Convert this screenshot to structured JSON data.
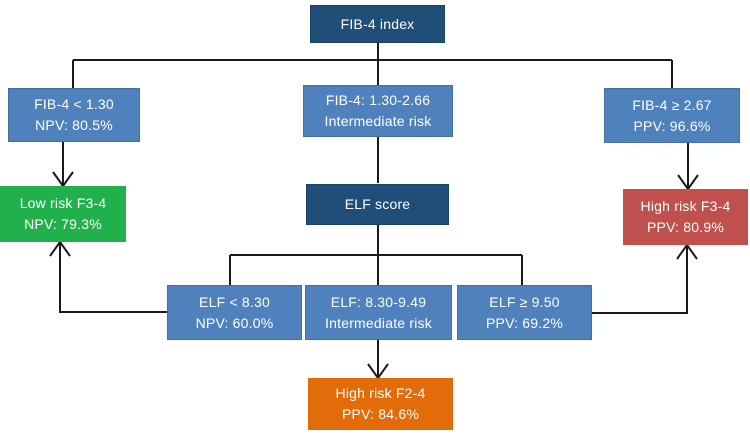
{
  "nodes": {
    "fib4_index": {
      "line1": "FIB-4 index",
      "color": "#1F4E79"
    },
    "fib4_low": {
      "line1": "FIB-4 < 1.30",
      "line2": "NPV: 80.5%",
      "color": "#4F81BD"
    },
    "fib4_mid": {
      "line1": "FIB-4: 1.30-2.66",
      "line2": "Intermediate risk",
      "color": "#4F81BD"
    },
    "fib4_high": {
      "line1": "FIB-4 ≥ 2.67",
      "line2": "PPV: 96.6%",
      "color": "#4F81BD"
    },
    "low_risk_f34": {
      "line1": "Low risk F3-4",
      "line2": "NPV: 79.3%",
      "color": "#21B14C"
    },
    "elf_score": {
      "line1": "ELF score",
      "color": "#1F4E79"
    },
    "high_risk_f34": {
      "line1": "High risk F3-4",
      "line2": "PPV: 80.9%",
      "color": "#C0504D"
    },
    "elf_low": {
      "line1": "ELF < 8.30",
      "line2": "NPV: 60.0%",
      "color": "#4F81BD"
    },
    "elf_mid": {
      "line1": "ELF: 8.30-9.49",
      "line2": "Intermediate risk",
      "color": "#4F81BD"
    },
    "elf_high": {
      "line1": "ELF ≥ 9.50",
      "line2": "PPV: 69.2%",
      "color": "#4F81BD"
    },
    "high_risk_f24": {
      "line1": "High risk F2-4",
      "line2": "PPV: 84.6%",
      "color": "#E36C0A"
    }
  },
  "edges": [
    {
      "from": "fib4_index",
      "to": "fib4_low",
      "arrow": false
    },
    {
      "from": "fib4_index",
      "to": "fib4_mid",
      "arrow": false
    },
    {
      "from": "fib4_index",
      "to": "fib4_high",
      "arrow": false
    },
    {
      "from": "fib4_low",
      "to": "low_risk_f34",
      "arrow": true
    },
    {
      "from": "fib4_mid",
      "to": "elf_score",
      "arrow": false
    },
    {
      "from": "fib4_high",
      "to": "high_risk_f34",
      "arrow": true
    },
    {
      "from": "elf_score",
      "to": "elf_low",
      "arrow": false
    },
    {
      "from": "elf_score",
      "to": "elf_mid",
      "arrow": false
    },
    {
      "from": "elf_score",
      "to": "elf_high",
      "arrow": false
    },
    {
      "from": "elf_low",
      "to": "low_risk_f34",
      "arrow": true
    },
    {
      "from": "elf_mid",
      "to": "high_risk_f24",
      "arrow": true
    },
    {
      "from": "elf_high",
      "to": "high_risk_f34",
      "arrow": true
    }
  ],
  "colors": {
    "header_box": "#1F4E79",
    "decision_box": "#4F81BD",
    "low_risk_box": "#21B14C",
    "high_risk_f34_box": "#C0504D",
    "high_risk_f24_box": "#E36C0A",
    "connector_line": "#1A1A1A",
    "text": "#FFFFFF"
  }
}
